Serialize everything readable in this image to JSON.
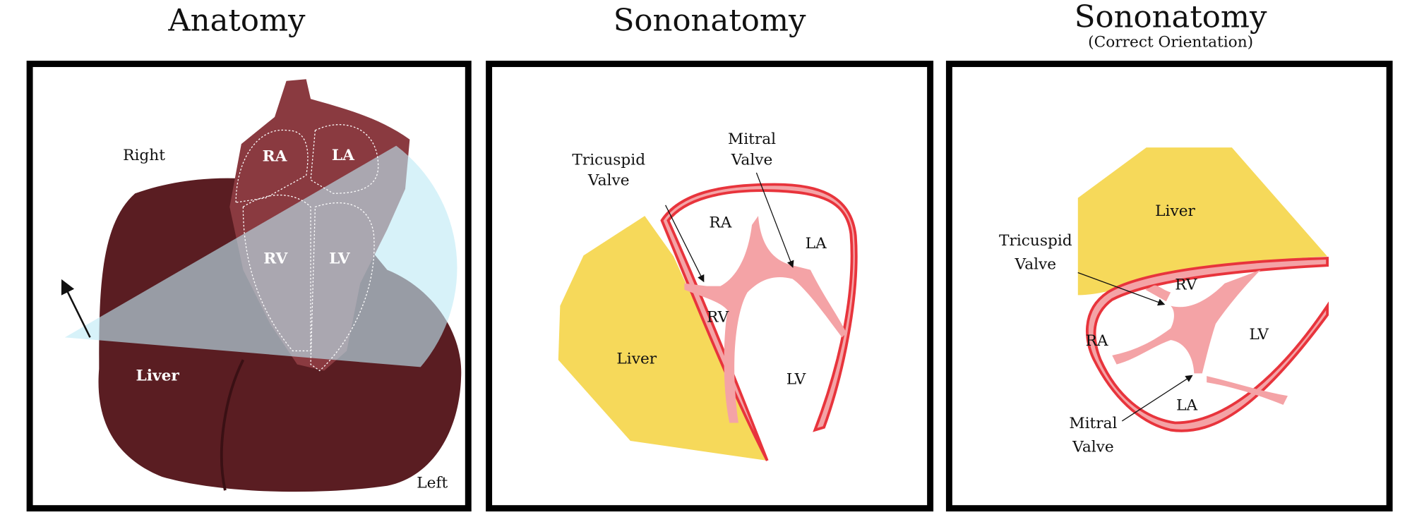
{
  "colors": {
    "frame": "#000000",
    "liver_dark": "#5a1d22",
    "heart": "#8a3a40",
    "fan": "#bfeaf6",
    "yellow_liver": "#f6d95a",
    "wall_red": "#e8343c",
    "wall_pink": "#f4a3a6"
  },
  "panels": [
    {
      "title": "Anatomy",
      "labels": {
        "right": "Right",
        "ra": "RA",
        "la": "LA",
        "rv": "RV",
        "lv": "LV",
        "liver": "Liver",
        "left": "Left"
      }
    },
    {
      "title": "Sononatomy",
      "labels": {
        "tricuspid_1": "Tricuspid",
        "tricuspid_2": "Valve",
        "mitral_1": "Mitral",
        "mitral_2": "Valve",
        "ra": "RA",
        "la": "LA",
        "rv": "RV",
        "lv": "LV",
        "liver": "Liver"
      }
    },
    {
      "title": "Sononatomy",
      "subtitle": "(Correct Orientation)",
      "labels": {
        "tricuspid_1": "Tricuspid",
        "tricuspid_2": "Valve",
        "mitral_1": "Mitral",
        "mitral_2": "Valve",
        "ra": "RA",
        "la": "LA",
        "rv": "RV",
        "lv": "LV",
        "liver": "Liver"
      }
    }
  ]
}
